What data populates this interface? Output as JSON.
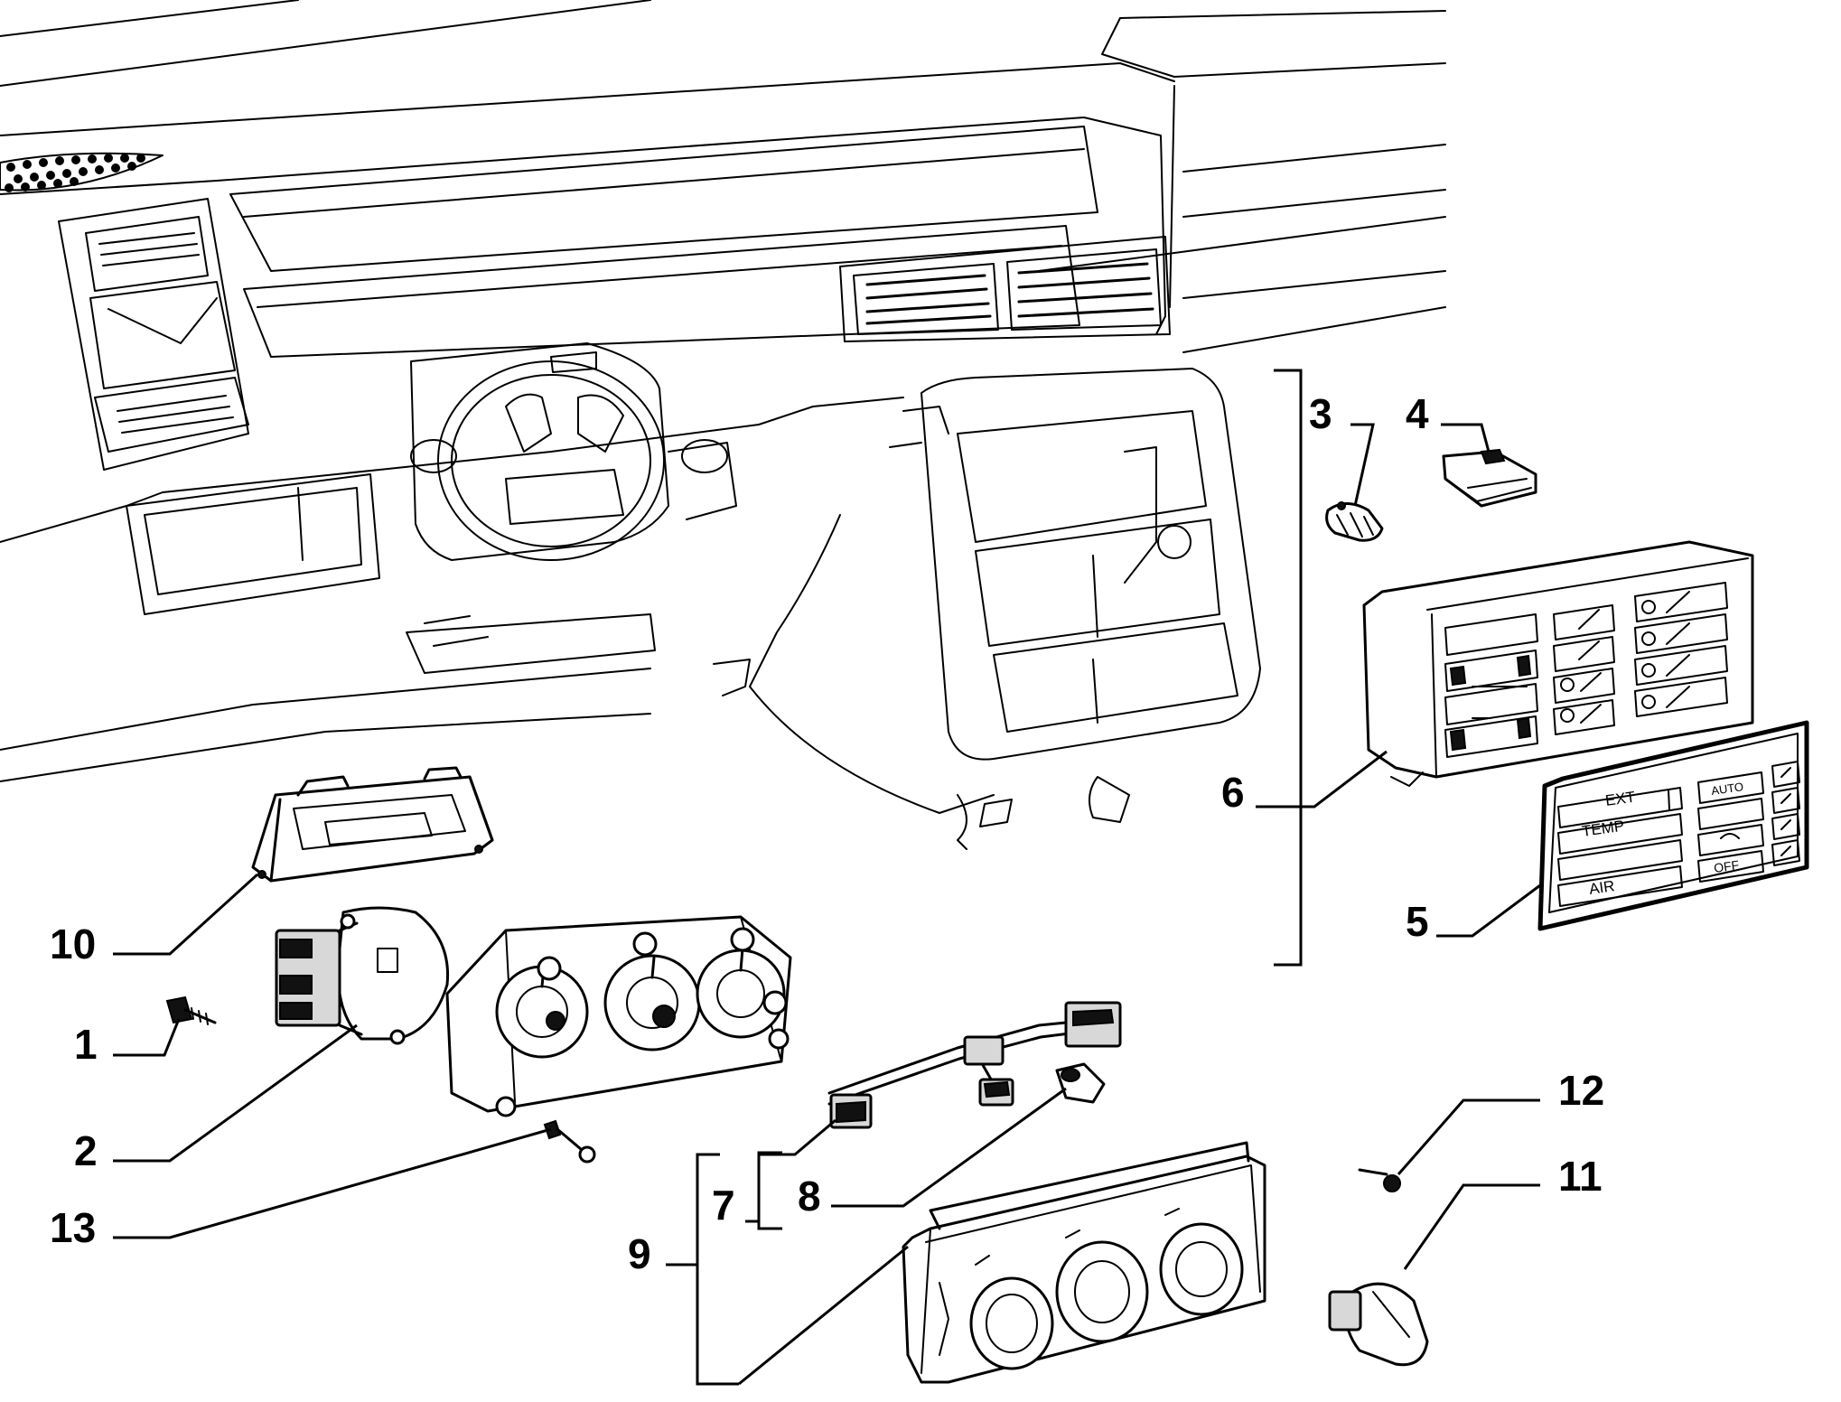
{
  "callouts": {
    "c1": "1",
    "c2": "2",
    "c3": "3",
    "c4": "4",
    "c5": "5",
    "c6": "6",
    "c7": "7",
    "c8": "8",
    "c9": "9",
    "c10": "10",
    "c11": "11",
    "c12": "12",
    "c13": "13"
  },
  "panel_labels": {
    "ext": "EXT",
    "temp": "TEMP",
    "air": "AIR",
    "auto": "AUTO",
    "off": "OFF"
  },
  "colors": {
    "line": "#000000",
    "background": "#ffffff"
  }
}
